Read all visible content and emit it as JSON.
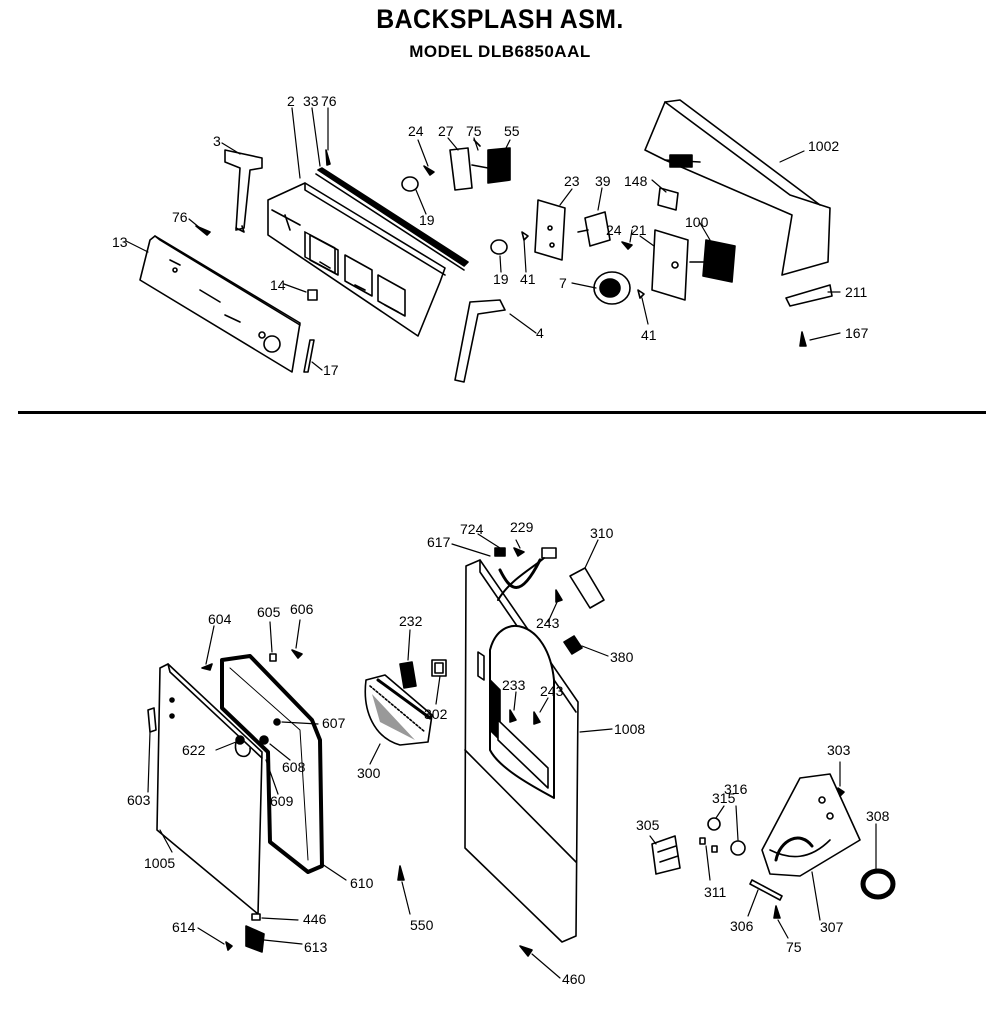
{
  "header": {
    "title": "BACKSPLASH ASM.",
    "model": "MODEL DLB6850AAL"
  },
  "parts": {
    "backsplash": [
      "2",
      "33",
      "76",
      "3",
      "24",
      "27",
      "75",
      "55",
      "1002",
      "23",
      "39",
      "148",
      "19",
      "76",
      "13",
      "24",
      "21",
      "100",
      "19",
      "41",
      "7",
      "14",
      "4",
      "41",
      "211",
      "167",
      "17"
    ],
    "front_panel": [
      "724",
      "229",
      "617",
      "310",
      "604",
      "605",
      "606",
      "232",
      "243",
      "380",
      "233",
      "243",
      "302",
      "607",
      "1008",
      "622",
      "608",
      "300",
      "303",
      "315",
      "316",
      "609",
      "603",
      "308",
      "305",
      "311",
      "1005",
      "610",
      "306",
      "75",
      "307",
      "446",
      "550",
      "614",
      "613",
      "460"
    ]
  }
}
